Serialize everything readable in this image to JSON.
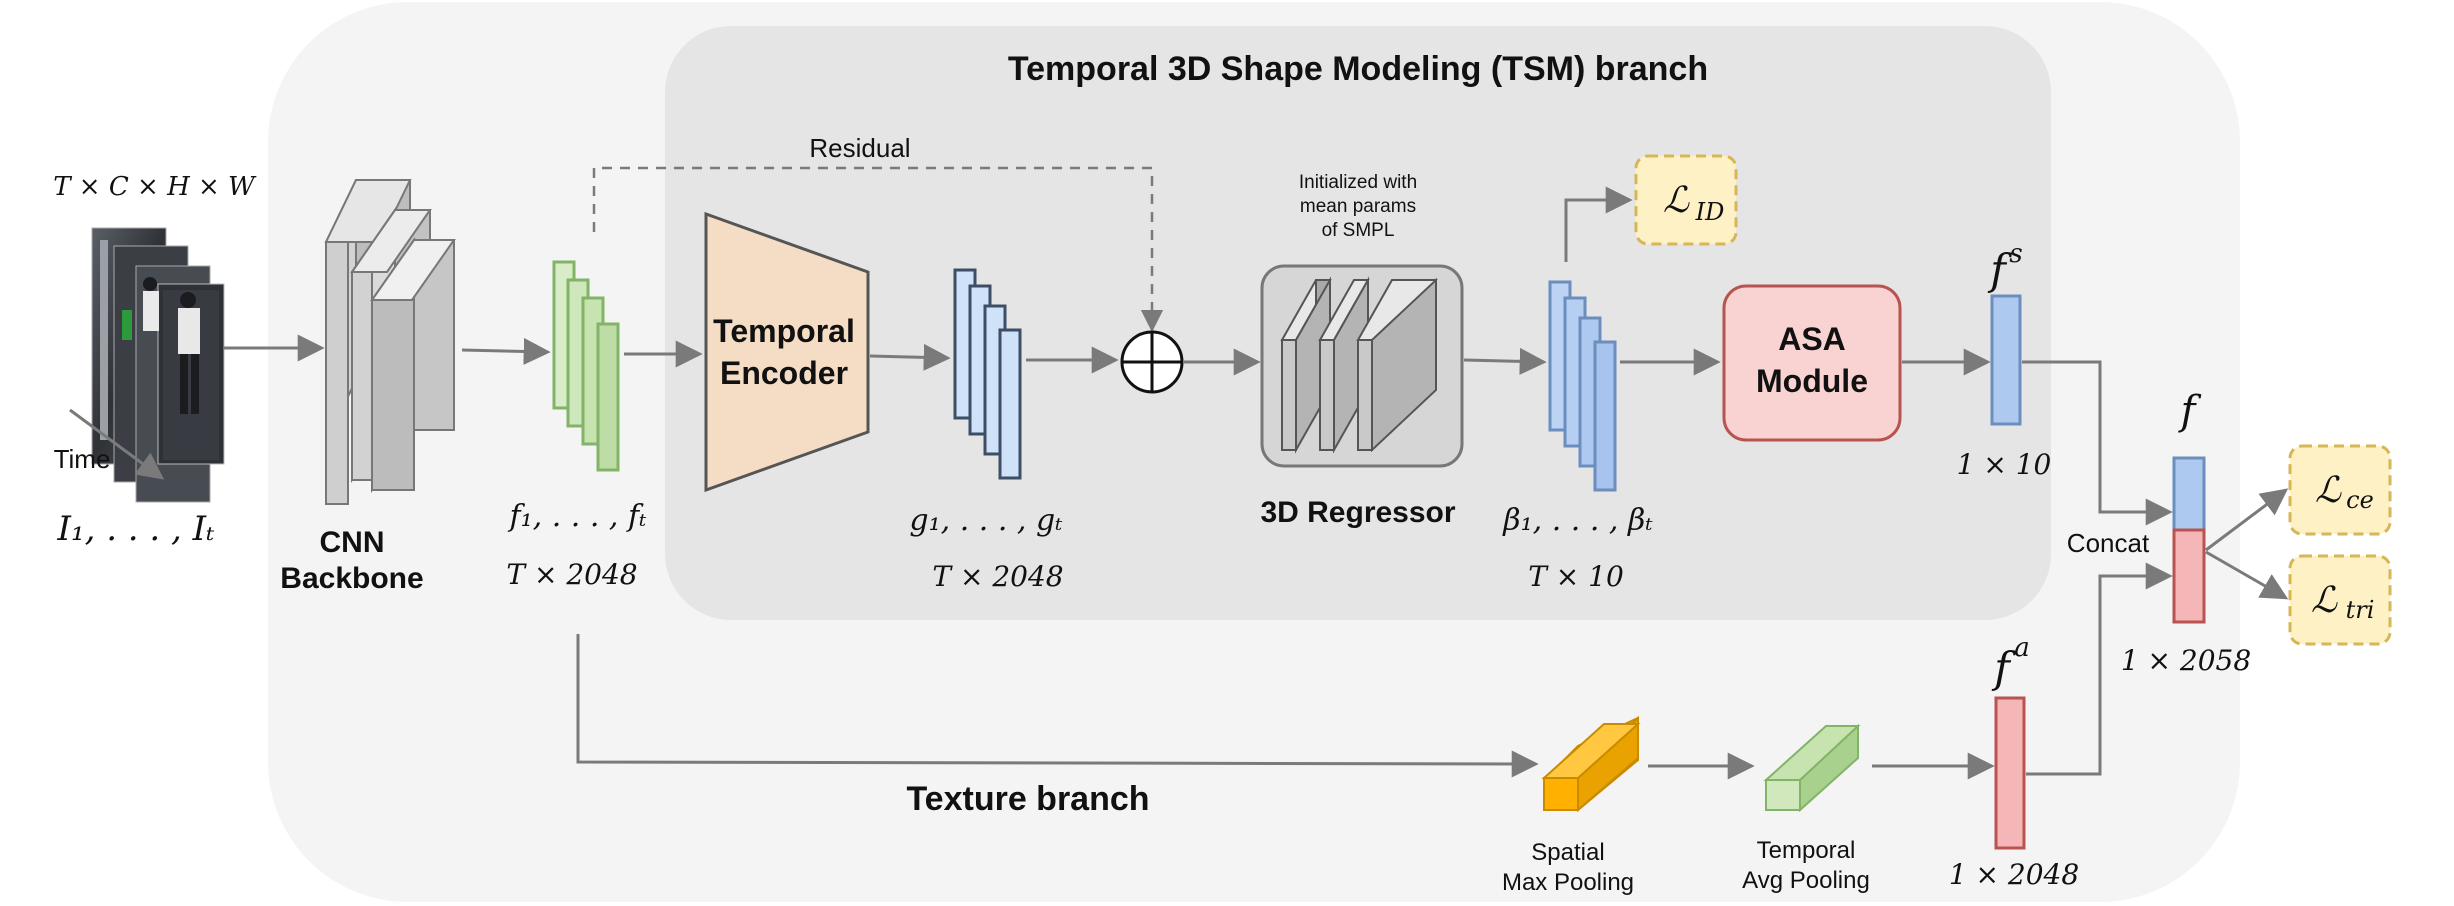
{
  "title": "Temporal 3D Shape Modeling (TSM) branch",
  "labels": {
    "input_dims": "T × C × H × W",
    "input_time": "Time",
    "input_frames": "I₁, . . . , Iₜ",
    "cnn_line1": "CNN",
    "cnn_line2": "Backbone",
    "f_seq": "f₁, . . . , fₜ",
    "f_dims": "T × 2048",
    "residual": "Residual",
    "temporal_encoder_line1": "Temporal",
    "temporal_encoder_line2": "Encoder",
    "g_seq": "g₁, . . . , gₜ",
    "g_dims": "T × 2048",
    "init_line1": "Initialized with",
    "init_line2": "mean params",
    "init_line3": "of SMPL",
    "regressor": "3D Regressor",
    "beta_seq": "β₁, . . . , βₜ",
    "beta_dims": "T × 10",
    "loss_id": "ℒ",
    "loss_id_sub": "ID",
    "asa_line1": "ASA",
    "asa_line2": "Module",
    "fs_base": "f",
    "fs_sup": "s",
    "fs_dims": "1 × 10",
    "fa_base": "f",
    "fa_sup": "a",
    "fa_dims": "1 × 2048",
    "f_concat": "f",
    "concat": "Concat",
    "concat_dims": "1 × 2058",
    "loss_ce": "ℒ",
    "loss_ce_sub": "ce",
    "loss_tri": "ℒ",
    "loss_tri_sub": "tri",
    "texture_branch": "Texture branch",
    "spatial_line1": "Spatial",
    "spatial_line2": "Max Pooling",
    "temporal_pool_line1": "Temporal",
    "temporal_pool_line2": "Avg Pooling"
  },
  "colors": {
    "outer_bg": "#f4f4f4",
    "tsm_bg": "#e5e5e5",
    "green": "#c6e3b0",
    "green_edge": "#82b366",
    "blue": "#cfe2f8",
    "blue_edge": "#3d4f66",
    "beta_blue": "#aec9f0",
    "beta_edge": "#6c8ebf",
    "encoder": "#f5dcc4",
    "asa": "#f8d3d2",
    "asa_edge": "#b85450",
    "loss": "#fdf1c5",
    "loss_edge": "#d6b656",
    "orange": "#ffb000",
    "red_bar": "#f4b6b6"
  }
}
